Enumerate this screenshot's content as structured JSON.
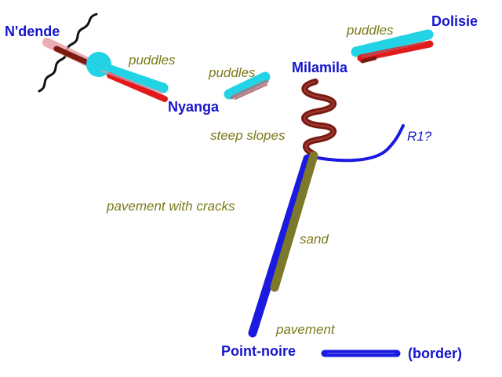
{
  "colors": {
    "place_label": "#1515cc",
    "road_note": "#7a7a1a",
    "blue_road": "#1a1ae0",
    "puddle_cyan": "#22d3e6",
    "puddle_red": "#e41a1a",
    "dirt_brown": "#7a1a10",
    "sand_olive": "#7c7a2a",
    "border_line": "#111111"
  },
  "places": {
    "ndende": "N'dende",
    "nyanga": "Nyanga",
    "milamila": "Milamila",
    "dolisie": "Dolisie",
    "pointe_noire": "Point-noire",
    "border": "(border)",
    "r1": "R1?"
  },
  "notes": {
    "puddles_1": "puddles",
    "puddles_2": "puddles",
    "puddles_3": "puddles",
    "steep_slopes": "steep slopes",
    "pavement_cracks": "pavement with cracks",
    "sand": "sand",
    "pavement": "pavement"
  }
}
